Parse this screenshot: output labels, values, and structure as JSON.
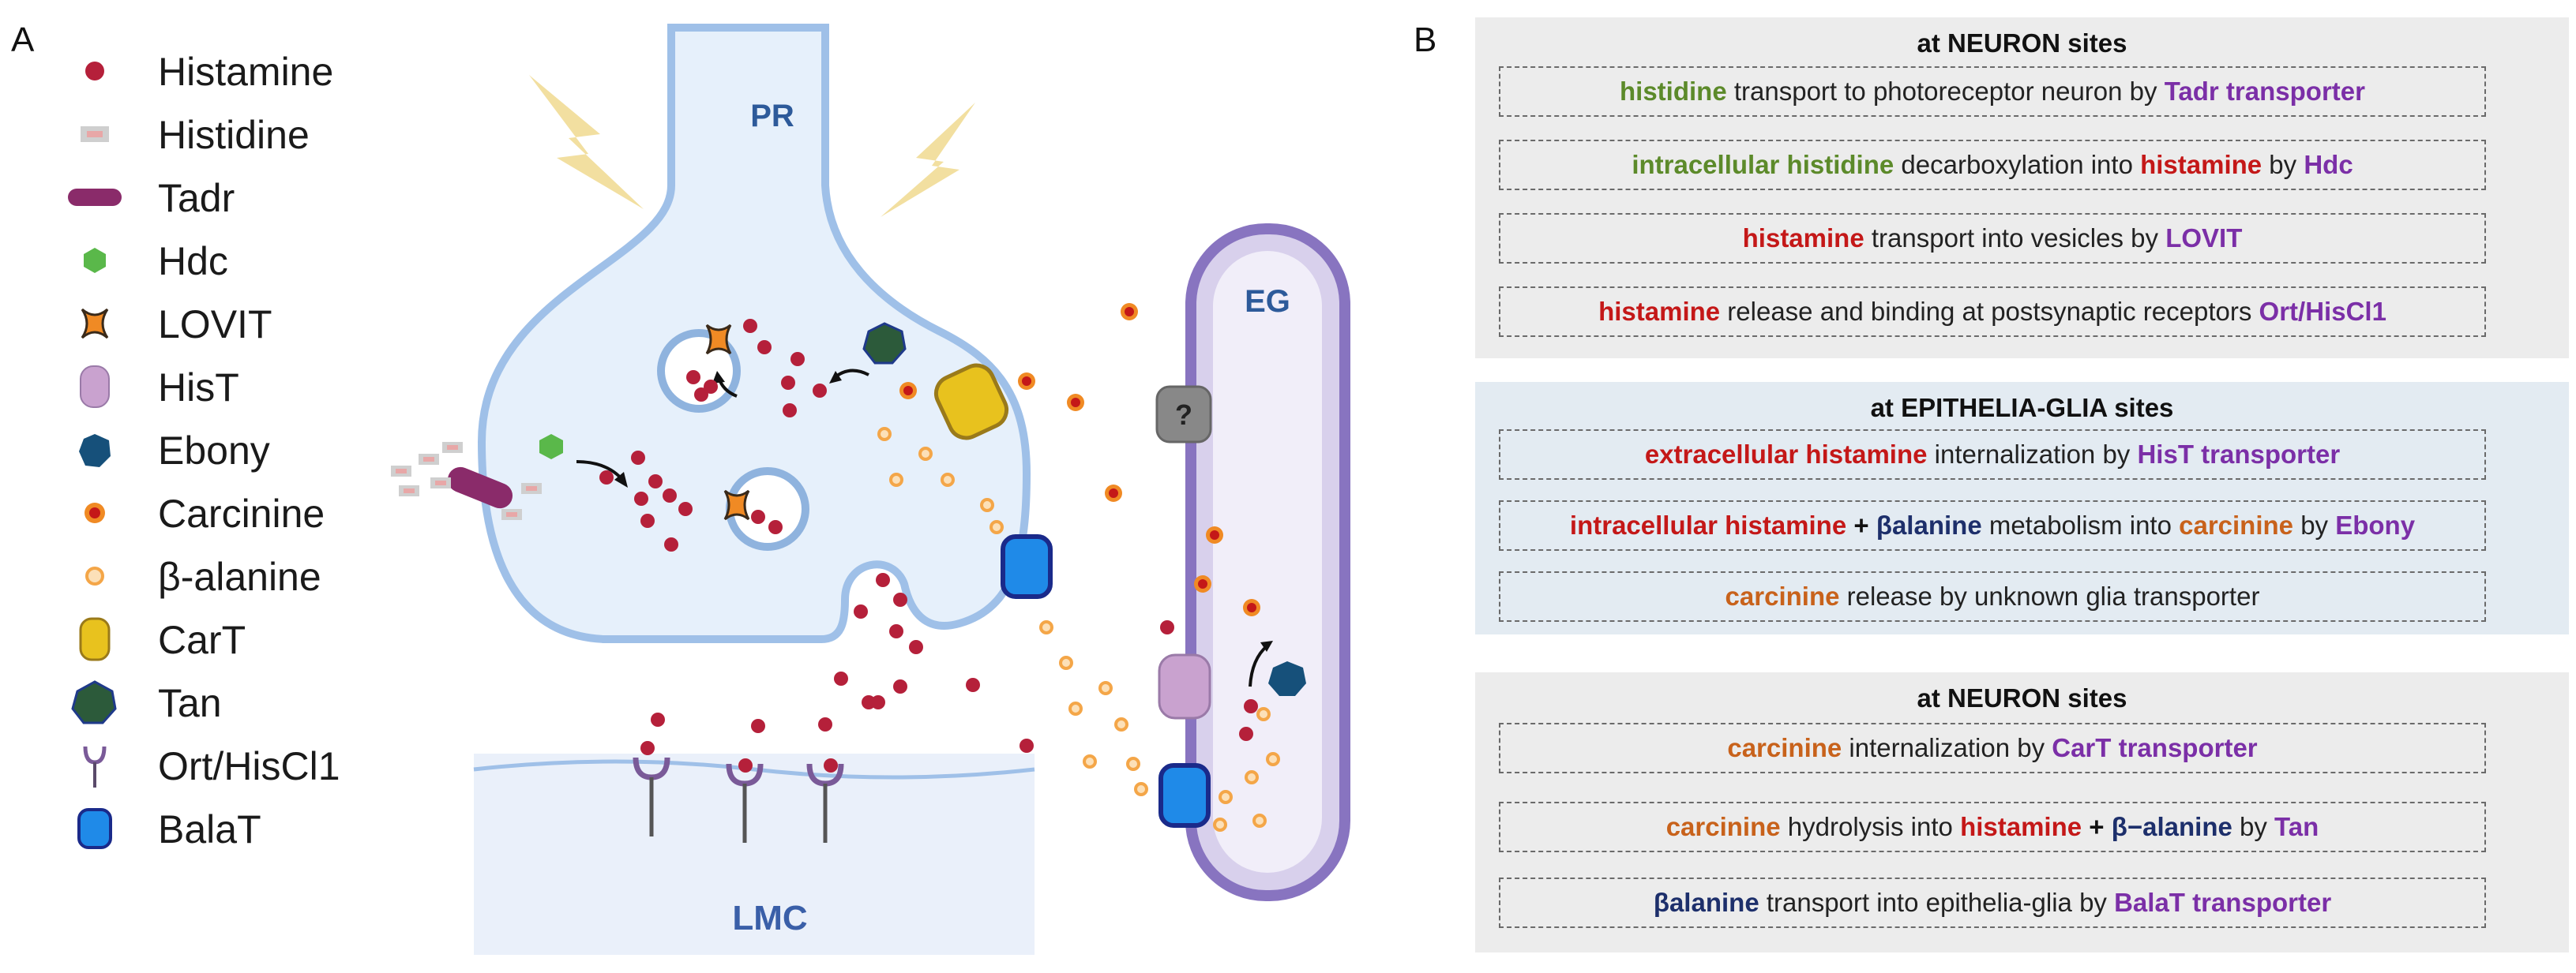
{
  "panel_labels": {
    "a": "A",
    "b": "B"
  },
  "legend": [
    {
      "label": "Histamine",
      "icon": "histamine-icon",
      "color": "#b5203a"
    },
    {
      "label": "Histidine",
      "icon": "histidine-icon",
      "color": "#e8a7a7"
    },
    {
      "label": "Tadr",
      "icon": "tadr-icon",
      "color": "#8a2b6a"
    },
    {
      "label": "Hdc",
      "icon": "hdc-icon",
      "color": "#5ab84a"
    },
    {
      "label": "LOVIT",
      "icon": "lovit-icon",
      "color": "#f08a24"
    },
    {
      "label": "HisT",
      "icon": "hist-icon",
      "color": "#c9a2cf"
    },
    {
      "label": "Ebony",
      "icon": "ebony-icon",
      "color": "#16507a"
    },
    {
      "label": "Carcinine",
      "icon": "carcinine-icon",
      "color": "#e3612a"
    },
    {
      "label": "β-alanine",
      "icon": "beta-alanine-icon",
      "color": "#f4a648"
    },
    {
      "label": "CarT",
      "icon": "cart-icon",
      "color": "#e8c21e"
    },
    {
      "label": "Tan",
      "icon": "tan-icon",
      "color": "#2c5a3a"
    },
    {
      "label": "Ort/HisCl1",
      "icon": "ort-hiscl1-icon",
      "color": "#7a5a98"
    },
    {
      "label": "BalaT",
      "icon": "balat-icon",
      "color": "#1f8ae8"
    }
  ],
  "diagram": {
    "pr_label": "PR",
    "eg_label": "EG",
    "lmc_label": "LMC",
    "unknown_label": "?"
  },
  "panel_b": {
    "sections": [
      {
        "title": "at NEURON sites",
        "steps": [
          [
            {
              "t": "histidine",
              "c": "green"
            },
            {
              "t": " transport to photoreceptor neuron by ",
              "c": "plain"
            },
            {
              "t": "Tadr transporter",
              "c": "purple"
            }
          ],
          [
            {
              "t": "intracellular histidine",
              "c": "green"
            },
            {
              "t": " decarboxylation into ",
              "c": "plain"
            },
            {
              "t": "histamine",
              "c": "red"
            },
            {
              "t": " by ",
              "c": "plain"
            },
            {
              "t": "Hdc",
              "c": "purple"
            }
          ],
          [
            {
              "t": "histamine",
              "c": "red"
            },
            {
              "t": " transport into vesicles by ",
              "c": "plain"
            },
            {
              "t": "LOVIT",
              "c": "purple"
            }
          ],
          [
            {
              "t": "histamine",
              "c": "red"
            },
            {
              "t": " release and binding at postsynaptic receptors ",
              "c": "plain"
            },
            {
              "t": "Ort/HisCl1",
              "c": "purple"
            }
          ]
        ]
      },
      {
        "title": "at EPITHELIA-GLIA sites",
        "steps": [
          [
            {
              "t": "extracellular histamine",
              "c": "red"
            },
            {
              "t": " internalization by ",
              "c": "plain"
            },
            {
              "t": "HisT transporter",
              "c": "purple"
            }
          ],
          [
            {
              "t": "intracellular histamine",
              "c": "red"
            },
            {
              "t": " + ",
              "c": "bold"
            },
            {
              "t": "βalanine",
              "c": "navy"
            },
            {
              "t": " metabolism into ",
              "c": "plain"
            },
            {
              "t": "carcinine",
              "c": "orange"
            },
            {
              "t": " by ",
              "c": "plain"
            },
            {
              "t": "Ebony",
              "c": "purple"
            }
          ],
          [
            {
              "t": "carcinine",
              "c": "orange"
            },
            {
              "t": " release by unknown glia transporter",
              "c": "plain"
            }
          ]
        ]
      },
      {
        "title": "at NEURON sites",
        "steps": [
          [
            {
              "t": "carcinine",
              "c": "orange"
            },
            {
              "t": " internalization by ",
              "c": "plain"
            },
            {
              "t": "CarT transporter",
              "c": "purple"
            }
          ],
          [
            {
              "t": "carcinine",
              "c": "orange"
            },
            {
              "t": " hydrolysis into ",
              "c": "plain"
            },
            {
              "t": "histamine",
              "c": "red"
            },
            {
              "t": " + ",
              "c": "bold"
            },
            {
              "t": "β−alanine",
              "c": "navy"
            },
            {
              "t": " by ",
              "c": "plain"
            },
            {
              "t": "Tan",
              "c": "purple"
            }
          ],
          [
            {
              "t": "βalanine",
              "c": "navy"
            },
            {
              "t": " transport into epithelia-glia by ",
              "c": "plain"
            },
            {
              "t": "BalaT transporter",
              "c": "purple"
            }
          ]
        ]
      }
    ]
  }
}
